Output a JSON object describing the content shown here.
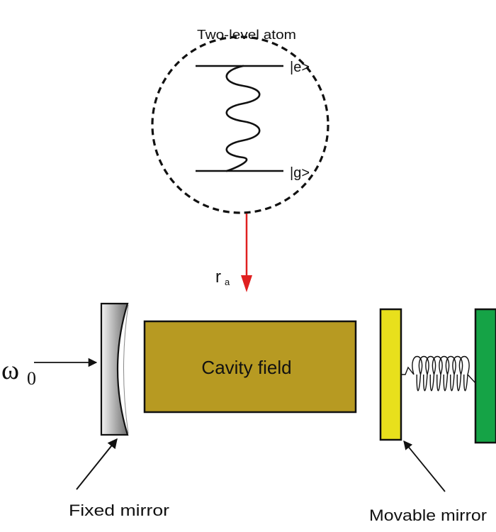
{
  "atom": {
    "title": "Two-level atom",
    "excited_label": "|e>",
    "ground_label": "|g>"
  },
  "position_label": {
    "main": "r",
    "sub": "a"
  },
  "input_label": {
    "main": "ω",
    "sub": "0"
  },
  "cavity_label": "Cavity field",
  "fixed_mirror_label": "Fixed mirror",
  "movable_mirror_label": "Movable mirror",
  "colors": {
    "cavity_fill": "#b79a22",
    "movable_mirror_fill": "#e8e01c",
    "wall_fill": "#15a346",
    "position_arrow": "#e02020",
    "fixed_mirror_light": "#f4f4f4",
    "fixed_mirror_dark": "#6e6e6e"
  }
}
